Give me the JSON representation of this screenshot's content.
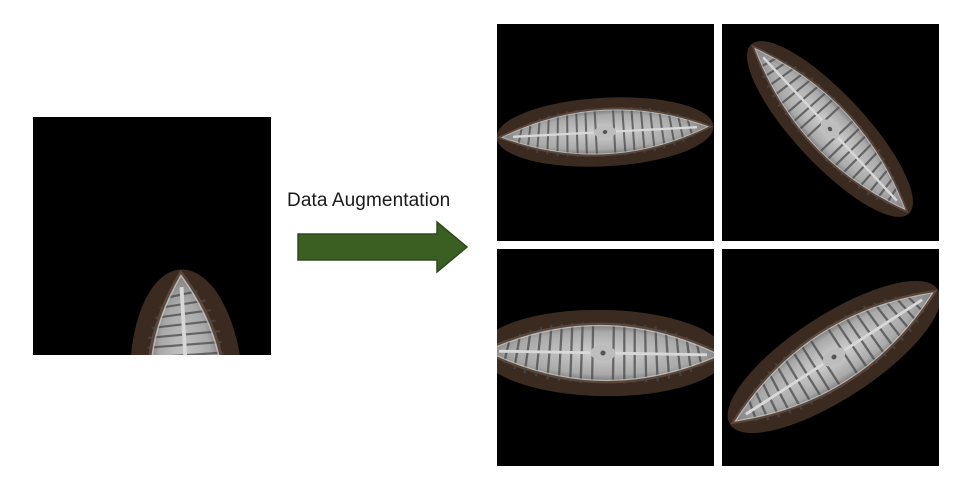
{
  "label": "Data Augmentation",
  "arrow": {
    "color": "#3b5e22",
    "outline": "#2e4a1a",
    "icon": "right-arrow"
  },
  "original": {
    "icon": "diatom-microscopy-image"
  },
  "augmented": [
    {
      "icon": "diatom-microscopy-image",
      "transform": "rotated horizontal"
    },
    {
      "icon": "diatom-microscopy-image",
      "transform": "rotated diagonal"
    },
    {
      "icon": "diatom-microscopy-image",
      "transform": "rotated horizontal, zoomed"
    },
    {
      "icon": "diatom-microscopy-image",
      "transform": "rotated diagonal, zoomed"
    }
  ]
}
